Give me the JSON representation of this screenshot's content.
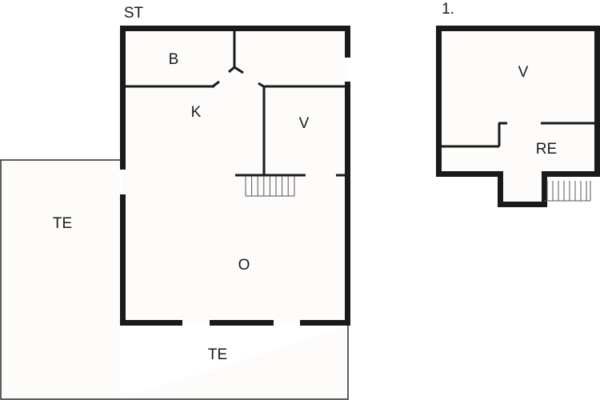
{
  "plan": {
    "colors": {
      "wall": "#1a1a1a",
      "floor": "#fdfcfb",
      "terrace_line": "#2a2a2a",
      "background": "#ffffff"
    },
    "floors": [
      {
        "title": "ST",
        "rooms": [
          {
            "label": "B"
          },
          {
            "label": "K"
          },
          {
            "label": "V"
          },
          {
            "label": "O"
          },
          {
            "label": "TE"
          },
          {
            "label": "TE"
          }
        ]
      },
      {
        "title": "1.",
        "rooms": [
          {
            "label": "V"
          },
          {
            "label": "RE"
          }
        ]
      }
    ]
  }
}
